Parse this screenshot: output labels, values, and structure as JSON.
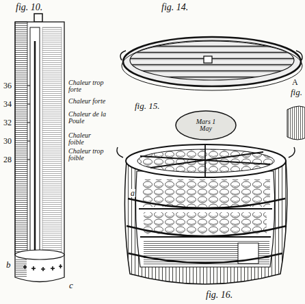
{
  "diagram": {
    "nodes": [
      {
        "text": [
          "Mars 1 May"
        ]
      }
    ],
    "labels": [
      "fig. 10.",
      "fig. 14.",
      "fig. 15.",
      "fig. 16.",
      "36",
      "34",
      "32",
      "30",
      "28",
      "Chaleur trop forte",
      "Chaleur forte",
      "Chaleur de la Poule",
      "Chaleur foible",
      "Chaleur trop foible",
      "A",
      "fig.",
      "a",
      "b",
      "c"
    ]
  }
}
